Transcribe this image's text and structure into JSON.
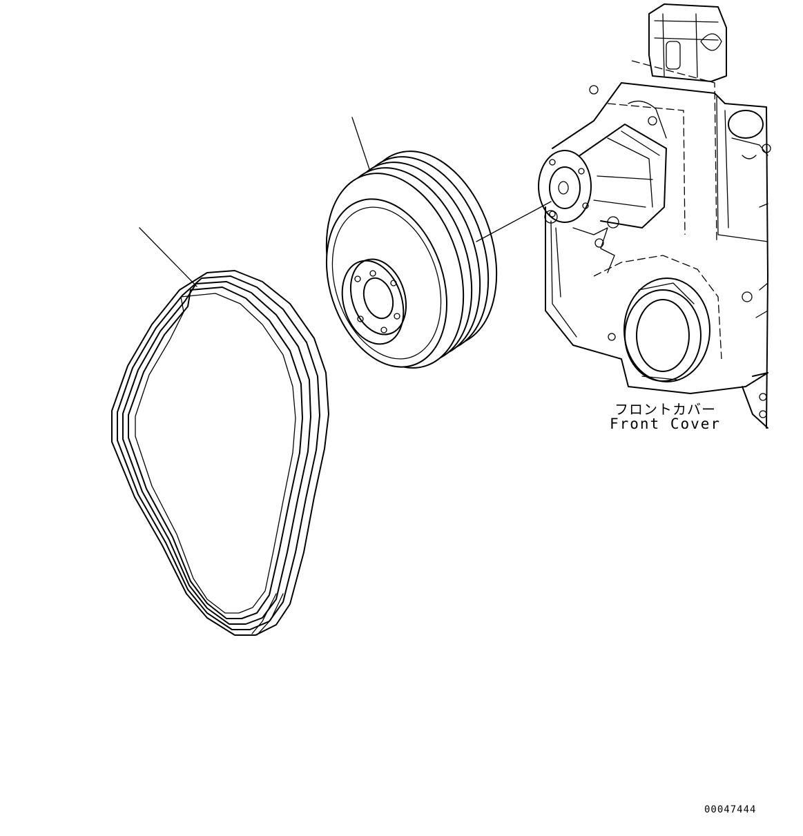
{
  "labels": {
    "front_cover_jp": "フロントカバー",
    "front_cover_en": "Front Cover"
  },
  "drawing_number": "00047444"
}
